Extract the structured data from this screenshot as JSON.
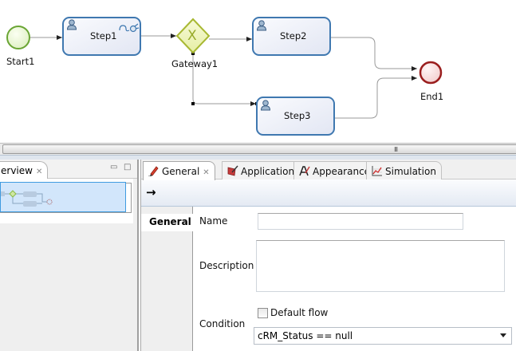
{
  "diagram": {
    "nodes": {
      "start": {
        "label": "Start1",
        "type": "start-event"
      },
      "step1": {
        "label": "Step1",
        "type": "user-task-service"
      },
      "gateway": {
        "label": "Gateway1",
        "type": "exclusive-gateway"
      },
      "step2": {
        "label": "Step2",
        "type": "user-task"
      },
      "step3": {
        "label": "Step3",
        "type": "user-task"
      },
      "end": {
        "label": "End1",
        "type": "end-event"
      }
    },
    "gateway_symbol": "X",
    "colors": {
      "start_stroke": "#6aa534",
      "start_fill": "#e8f5d4",
      "task_stroke": "#3f78b0",
      "task_fill": "#eef1f8",
      "gateway_stroke": "#a8b832",
      "gateway_fill": "#eef4b8",
      "end_stroke": "#9a1e1e",
      "end_fill": "#fbe3e3",
      "flow": "#999999"
    }
  },
  "scrollbar": {
    "grip": "III"
  },
  "overview": {
    "tab_label": "erview",
    "close_icon": "close-icon"
  },
  "properties": {
    "tabs": [
      {
        "label": "General",
        "icon": "pencil-icon",
        "active": true
      },
      {
        "label": "Application",
        "icon": "application-icon",
        "active": false
      },
      {
        "label": "Appearance",
        "icon": "appearance-icon",
        "active": false
      },
      {
        "label": "Simulation",
        "icon": "simulation-chart-icon",
        "active": false
      }
    ],
    "toolbar_icon": "→",
    "sidebar": {
      "items": [
        {
          "label": "General"
        }
      ]
    },
    "fields": {
      "name_label": "Name",
      "name_value": "",
      "description_label": "Description",
      "description_value": "",
      "default_flow_label": "Default flow",
      "default_flow_checked": false,
      "condition_label": "Condition",
      "condition_value": "cRM_Status == null"
    }
  }
}
